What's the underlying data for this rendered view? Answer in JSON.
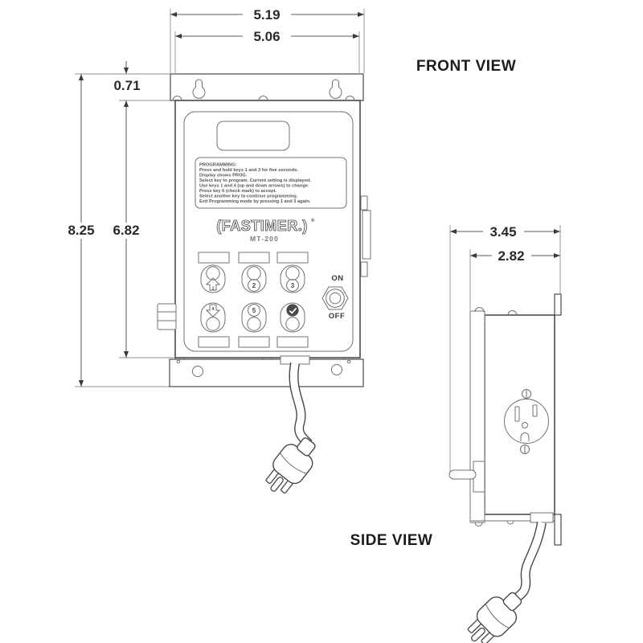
{
  "views": {
    "front": {
      "label": "FRONT VIEW"
    },
    "side": {
      "label": "SIDE VIEW"
    }
  },
  "dimensions": {
    "front": {
      "bracket_width": "5.19",
      "box_width": "5.06",
      "top_offset": "0.71",
      "bracket_height": "8.25",
      "box_height": "6.82"
    },
    "side": {
      "depth_overall": "3.45",
      "depth_box": "2.82"
    }
  },
  "device": {
    "brand": "(FASTIMER.)",
    "registered_mark": "®",
    "model": "MT-200",
    "programming_label": {
      "title": "PROGRAMMING:",
      "lines": [
        "Press and hold keys 1 and 3 for five seconds.",
        "Display shows PROG.",
        "Select key to program. Current setting is displayed.",
        "Use keys 1 and 4 (up and down arrows) to change.",
        "Press key 6 (check mark) to accept.",
        "Select another key to continue programming.",
        "Exit Programming mode by pressing 1 and 3 again."
      ]
    },
    "keys": {
      "k1": "1",
      "k2": "2",
      "k3": "3",
      "k4": "4",
      "k5": "5"
    },
    "power_switch": {
      "on": "ON",
      "off": "OFF"
    }
  }
}
